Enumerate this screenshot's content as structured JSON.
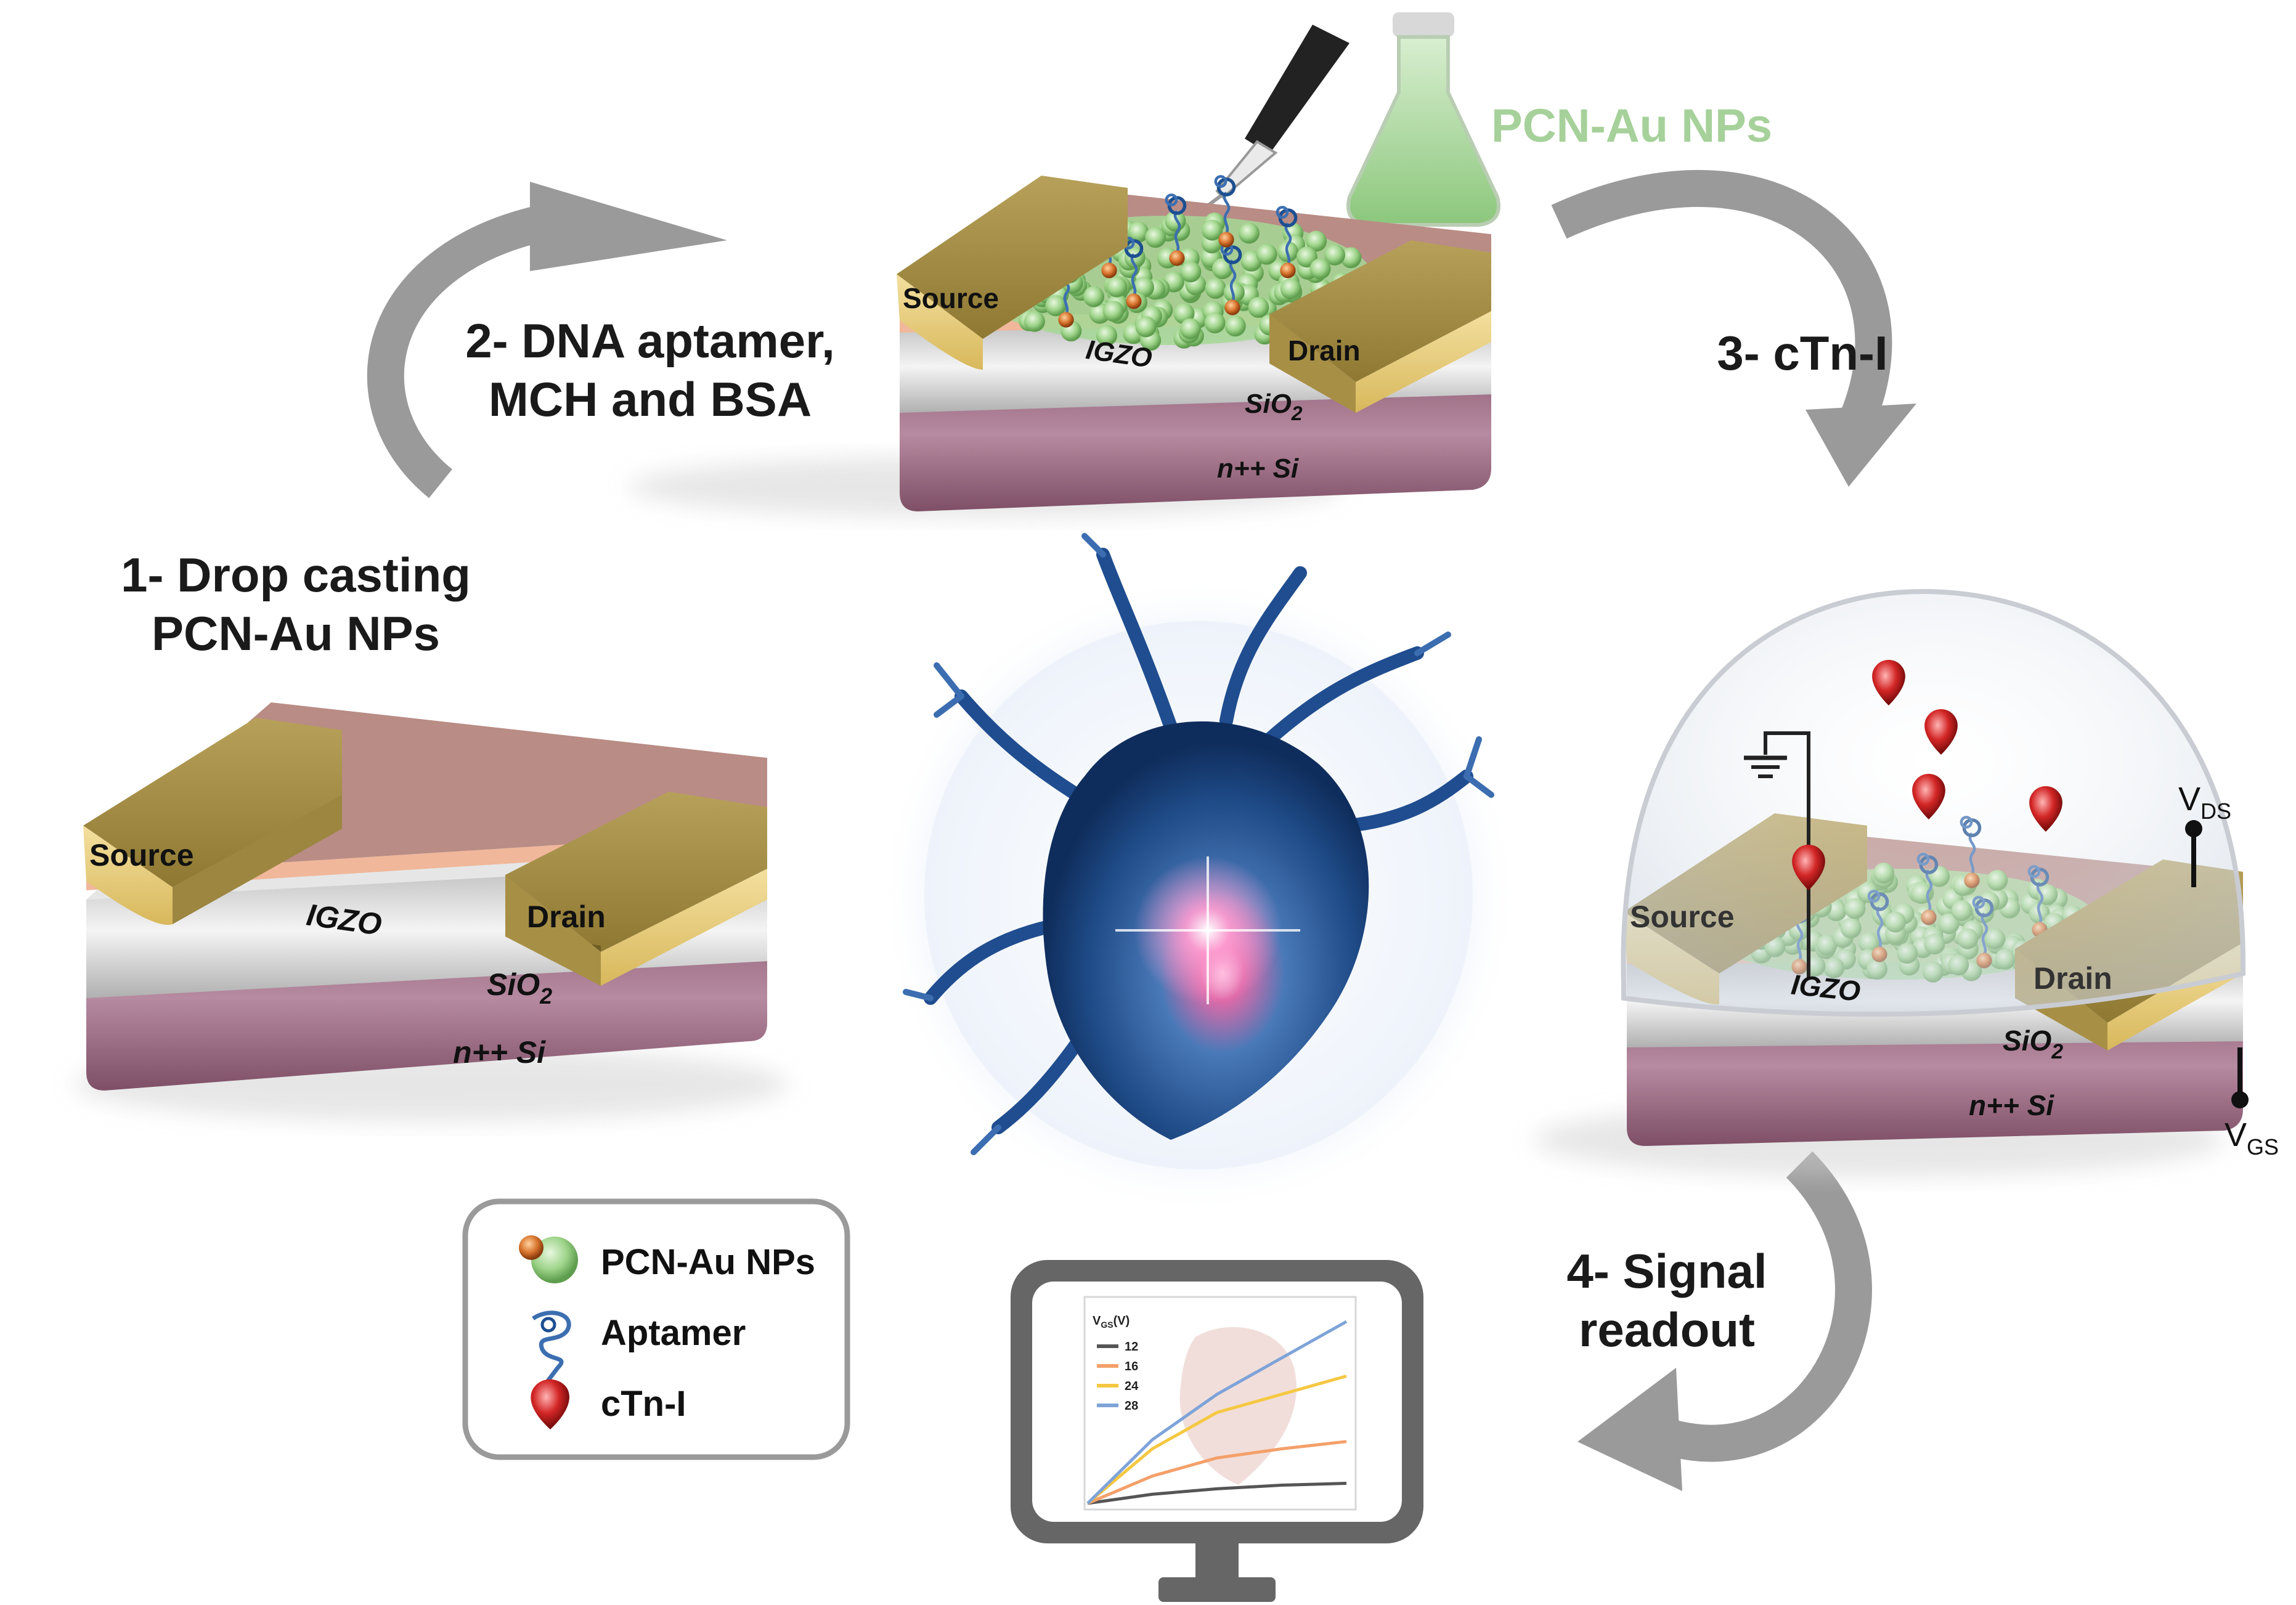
{
  "steps": {
    "step1": {
      "line1": "1- Drop casting",
      "line2": "PCN-Au NPs"
    },
    "step2": {
      "line1": "2- DNA aptamer,",
      "line2": "MCH and BSA"
    },
    "step3": {
      "line1": "3- cTn-I"
    },
    "step4": {
      "line1": "4- Signal",
      "line2": "readout"
    }
  },
  "reagent_label": "PCN-Au NPs",
  "device_labels": {
    "source": "Source",
    "drain": "Drain",
    "channel": "IGZO",
    "oxide": "SiO",
    "oxide_sub": "2",
    "substrate": "n++ Si"
  },
  "voltages": {
    "vds": "V",
    "vds_sub": "DS",
    "vgs": "V",
    "vgs_sub": "GS"
  },
  "legend": {
    "items": [
      {
        "icon": "pcn-au-nanoparticle-icon",
        "label": "PCN-Au NPs"
      },
      {
        "icon": "aptamer-icon",
        "label": "Aptamer"
      },
      {
        "icon": "ctn-i-protein-icon",
        "label": "cTn-I"
      }
    ]
  },
  "monitor": {
    "chart_data": {
      "type": "line",
      "legend_title": "V",
      "legend_title_sub": "GS",
      "legend_title_unit": "(V)",
      "series": [
        {
          "name": "12",
          "color": "#555555",
          "values": [
            0,
            0.05,
            0.08,
            0.1,
            0.11
          ]
        },
        {
          "name": "16",
          "color": "#f4a06a",
          "values": [
            0,
            0.15,
            0.25,
            0.3,
            0.34
          ]
        },
        {
          "name": "24",
          "color": "#f5c842",
          "values": [
            0,
            0.3,
            0.5,
            0.6,
            0.7
          ]
        },
        {
          "name": "28",
          "color": "#7ea3d8",
          "values": [
            0,
            0.35,
            0.6,
            0.8,
            1.0
          ]
        }
      ],
      "x": [
        0,
        1,
        2,
        3,
        4
      ],
      "ylim": [
        0,
        1
      ]
    }
  },
  "colors": {
    "arrow": "#9a9a9a",
    "gold": "#b39a4e",
    "igzo": "#f0b79a",
    "sio2": "#d6d6d6",
    "si": "#a5788e",
    "reagent_text": "#a6d19a"
  }
}
